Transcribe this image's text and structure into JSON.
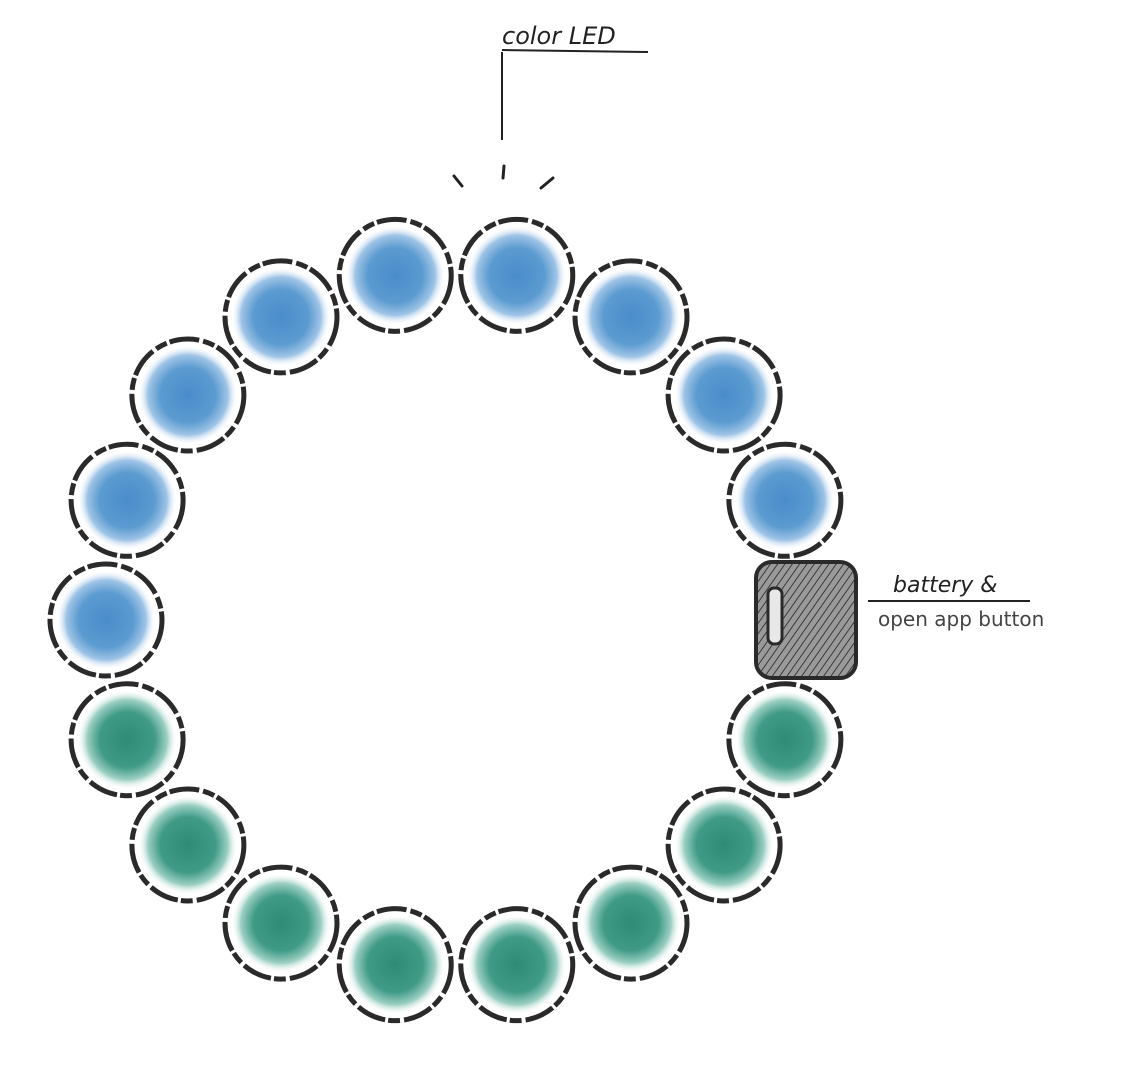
{
  "labels": {
    "led_label": "color LED",
    "battery_label_line1": "battery &",
    "battery_label_line2": "open app button"
  },
  "colors": {
    "blue_led": "#5b9bd0",
    "green_led": "#3f9a86",
    "outline": "#2a2a2a",
    "battery_fill": "#7a7a7a"
  },
  "beads": [
    {
      "color": "blue"
    },
    {
      "color": "blue"
    },
    {
      "color": "blue"
    },
    {
      "color": "blue"
    },
    {
      "color": "blue"
    },
    {
      "color": "blue"
    },
    {
      "color": "blue"
    },
    {
      "color": "blue"
    },
    {
      "color": "blue"
    },
    {
      "color": "battery"
    },
    {
      "color": "green"
    },
    {
      "color": "green"
    },
    {
      "color": "green"
    },
    {
      "color": "green"
    },
    {
      "color": "green"
    },
    {
      "color": "green"
    },
    {
      "color": "green"
    },
    {
      "color": "green"
    }
  ]
}
